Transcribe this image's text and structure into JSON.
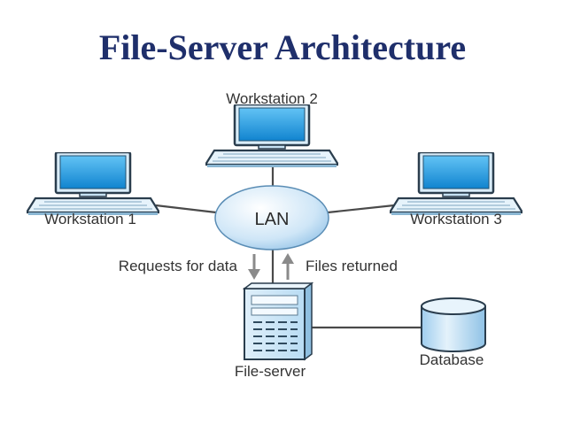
{
  "title": "File-Server Architecture",
  "nodes": {
    "workstation_1": {
      "label": "Workstation 1",
      "icon": "computer-icon"
    },
    "workstation_2": {
      "label": "Workstation 2",
      "icon": "computer-icon"
    },
    "workstation_3": {
      "label": "Workstation 3",
      "icon": "computer-icon"
    },
    "lan": {
      "label": "LAN",
      "icon": "network-ellipse-icon"
    },
    "file_server": {
      "label": "File-server",
      "icon": "server-icon"
    },
    "database": {
      "label": "Database",
      "icon": "database-cylinder-icon"
    }
  },
  "flows": {
    "request": {
      "label": "Requests for data",
      "direction": "down",
      "icon": "arrow-down-icon"
    },
    "response": {
      "label": "Files returned",
      "direction": "up",
      "icon": "arrow-up-icon"
    }
  },
  "edges": [
    [
      "workstation_1",
      "lan"
    ],
    [
      "workstation_2",
      "lan"
    ],
    [
      "workstation_3",
      "lan"
    ],
    [
      "lan",
      "file_server"
    ],
    [
      "file_server",
      "database"
    ]
  ],
  "colors": {
    "title": "#1f2f6b",
    "screen": "#1e9be0",
    "lan_fill": "#cfe6f7",
    "db_fill": "#c9e4f6",
    "arrow": "#8a8a8a"
  }
}
